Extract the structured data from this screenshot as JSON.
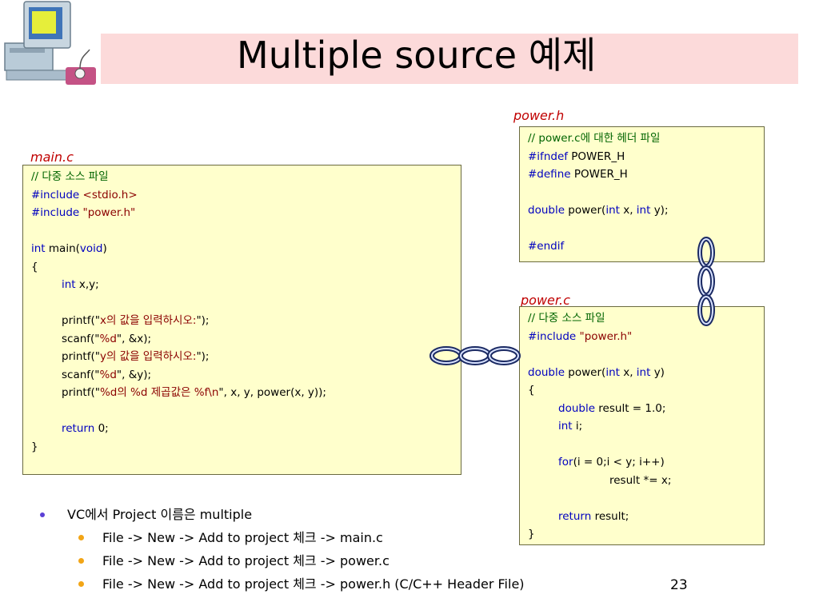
{
  "slide": {
    "title": "Multiple source 예제",
    "page_number": "23",
    "colors": {
      "title_band": "#fcdada",
      "code_bg": "#ffffcc",
      "label": "#c00000"
    }
  },
  "labels": {
    "main": "main.c",
    "power_h": "power.h",
    "power_c": "power.c"
  },
  "main_c": [
    [
      [
        "cm",
        "// 다중 소스 파일"
      ]
    ],
    [
      [
        "kw",
        "#include "
      ],
      [
        "st",
        "<stdio.h>"
      ]
    ],
    [
      [
        "kw",
        "#include "
      ],
      [
        "st",
        "\"power.h\""
      ]
    ],
    [],
    [
      [
        "kw",
        "int"
      ],
      [
        "",
        " main("
      ],
      [
        "kw",
        "void"
      ],
      [
        "",
        ")"
      ]
    ],
    [
      [
        "",
        "{"
      ]
    ],
    [
      [
        "i1",
        ""
      ],
      [
        "kw",
        "int"
      ],
      [
        "",
        " x,y;"
      ]
    ],
    [],
    [
      [
        "i1",
        ""
      ],
      [
        "",
        "printf(\""
      ],
      [
        "st",
        "x의 값을 입력하시오:"
      ],
      [
        "",
        "\");"
      ]
    ],
    [
      [
        "i1",
        ""
      ],
      [
        "",
        "scanf(\""
      ],
      [
        "st",
        "%d"
      ],
      [
        "",
        "\", &x);"
      ]
    ],
    [
      [
        "i1",
        ""
      ],
      [
        "",
        "printf(\""
      ],
      [
        "st",
        "y의 값을 입력하시오:"
      ],
      [
        "",
        "\");"
      ]
    ],
    [
      [
        "i1",
        ""
      ],
      [
        "",
        "scanf(\""
      ],
      [
        "st",
        "%d"
      ],
      [
        "",
        "\", &y);"
      ]
    ],
    [
      [
        "i1",
        ""
      ],
      [
        "",
        "printf(\""
      ],
      [
        "st",
        "%d의 %d 제곱값은 %f\\n"
      ],
      [
        "",
        "\", x, y, power(x, y));"
      ]
    ],
    [],
    [
      [
        "i1",
        ""
      ],
      [
        "kw",
        "return"
      ],
      [
        "",
        " 0;"
      ]
    ],
    [
      [
        "",
        "}"
      ]
    ]
  ],
  "power_h": [
    [
      [
        "cm",
        "// power.c에 대한 헤더 파일"
      ]
    ],
    [
      [
        "kw",
        "#ifndef"
      ],
      [
        "",
        " POWER_H"
      ]
    ],
    [
      [
        "kw",
        "#define"
      ],
      [
        "",
        " POWER_H"
      ]
    ],
    [],
    [
      [
        "kw",
        "double"
      ],
      [
        "",
        " power("
      ],
      [
        "kw",
        "int"
      ],
      [
        "",
        " x, "
      ],
      [
        "kw",
        "int"
      ],
      [
        "",
        " y);"
      ]
    ],
    [],
    [
      [
        "kw",
        "#endif"
      ]
    ]
  ],
  "power_c": [
    [
      [
        "cm",
        "// 다중 소스 파일"
      ]
    ],
    [
      [
        "kw",
        "#include "
      ],
      [
        "st",
        "\"power.h\""
      ]
    ],
    [],
    [
      [
        "kw",
        "double"
      ],
      [
        "",
        " power("
      ],
      [
        "kw",
        "int"
      ],
      [
        "",
        " x, "
      ],
      [
        "kw",
        "int"
      ],
      [
        "",
        " y)"
      ]
    ],
    [
      [
        "",
        "{"
      ]
    ],
    [
      [
        "i1",
        ""
      ],
      [
        "kw",
        "double"
      ],
      [
        "",
        " result = 1.0;"
      ]
    ],
    [
      [
        "i1",
        ""
      ],
      [
        "kw",
        "int"
      ],
      [
        "",
        " i;"
      ]
    ],
    [],
    [
      [
        "i1",
        ""
      ],
      [
        "kw",
        "for"
      ],
      [
        "",
        "(i = 0;i < y; i++)"
      ]
    ],
    [
      [
        "i2",
        ""
      ],
      [
        "",
        "result *= x;"
      ]
    ],
    [],
    [
      [
        "i1",
        ""
      ],
      [
        "kw",
        "return"
      ],
      [
        "",
        " result;"
      ]
    ],
    [
      [
        "",
        "}"
      ]
    ]
  ],
  "bullets": {
    "main": "VC에서 Project 이름은 multiple",
    "sub": [
      "File -> New -> Add to project 체크 -> main.c",
      "File -> New -> Add to project 체크 -> power.c",
      "File -> New -> Add to project 체크 -> power.h  (C/C++ Header File)"
    ]
  }
}
